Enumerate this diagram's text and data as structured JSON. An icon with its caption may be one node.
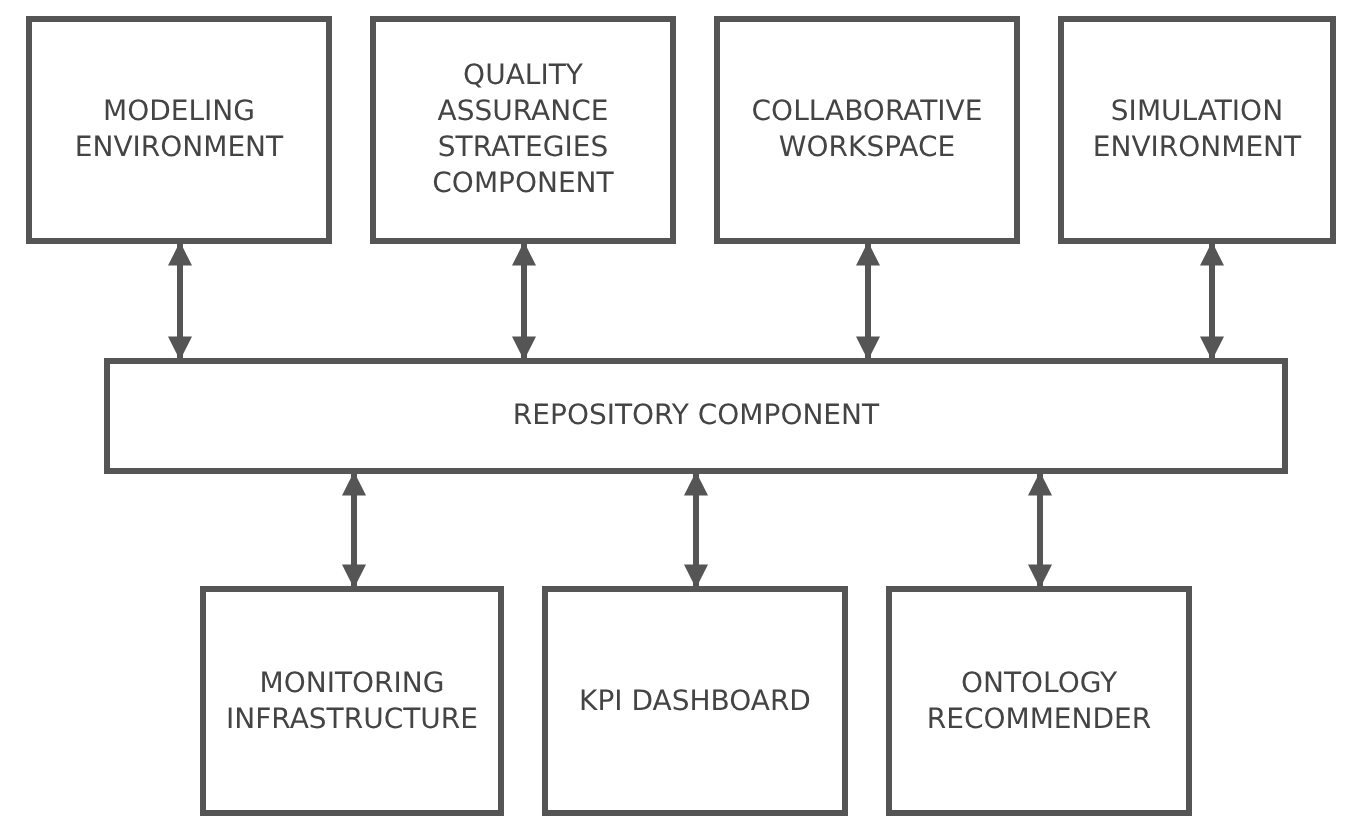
{
  "diagram": {
    "nodes": [
      {
        "text": [
          "MODELING ENVIRONMENT"
        ]
      },
      {
        "text": [
          "QUALITY ASSURANCE STRATEGIES COMPONENT"
        ]
      },
      {
        "text": [
          "COLLABORATIVE WORKSPACE"
        ]
      },
      {
        "text": [
          "SIMULATION ENVIRONMENT"
        ]
      },
      {
        "text": [
          "REPOSITORY COMPONENT"
        ]
      },
      {
        "text": [
          "MONITORING INFRASTRUCTURE"
        ]
      },
      {
        "text": [
          "KPI DASHBOARD"
        ]
      },
      {
        "text": [
          "ONTOLOGY RECOMMENDER"
        ]
      }
    ],
    "edges": [
      {
        "from": 0,
        "to": 4,
        "arrow": "both"
      },
      {
        "from": 1,
        "to": 4,
        "arrow": "both"
      },
      {
        "from": 2,
        "to": 4,
        "arrow": "both"
      },
      {
        "from": 3,
        "to": 4,
        "arrow": "both"
      },
      {
        "from": 4,
        "to": 5,
        "arrow": "both"
      },
      {
        "from": 4,
        "to": 6,
        "arrow": "both"
      },
      {
        "from": 4,
        "to": 7,
        "arrow": "both"
      }
    ]
  }
}
